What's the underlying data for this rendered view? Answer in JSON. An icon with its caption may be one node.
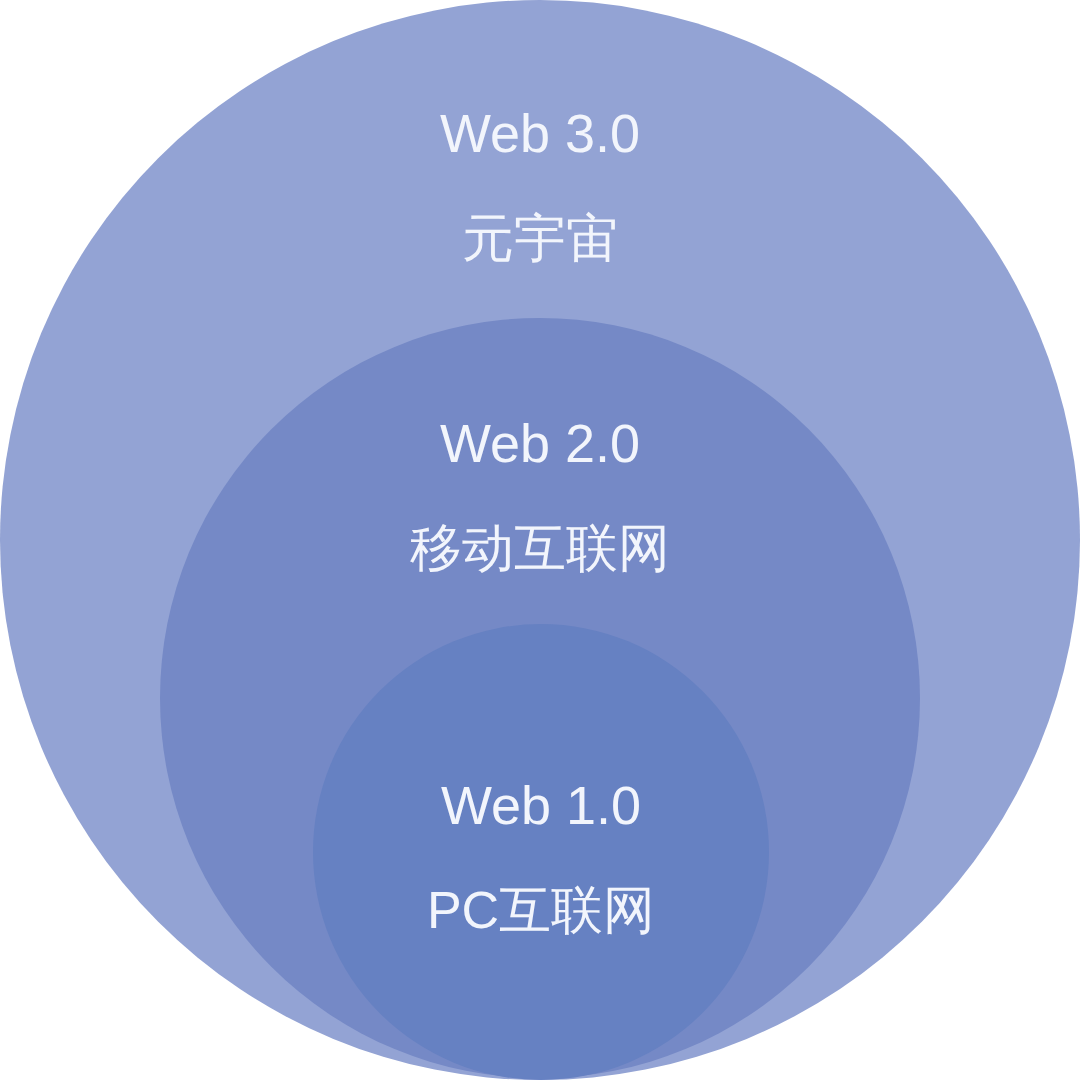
{
  "diagram": {
    "nodes": [
      {
        "text": [
          "Web 3.0",
          "元宇宙"
        ]
      },
      {
        "text": [
          "Web 2.0",
          "移动互联网"
        ],
        "in": 0
      },
      {
        "text": [
          "Web 1.0",
          "PC互联网"
        ],
        "in": 1
      }
    ]
  }
}
